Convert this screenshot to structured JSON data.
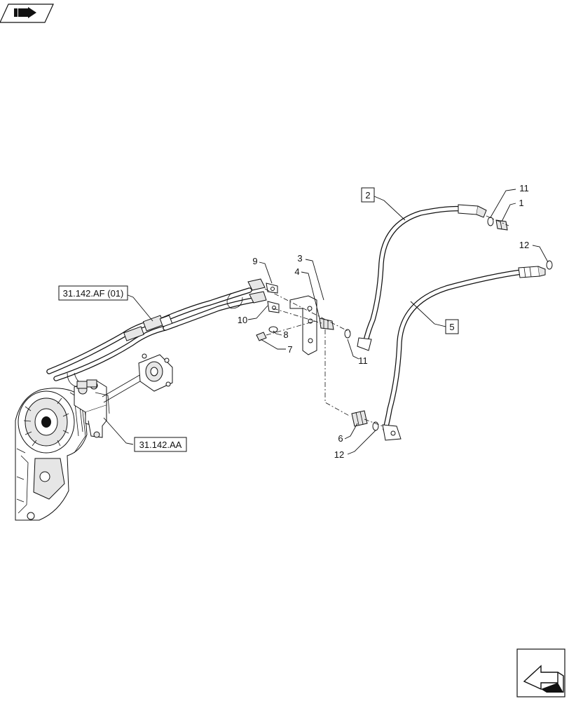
{
  "icons": {
    "top_left": "book-pointer-icon",
    "bottom_right": "previous-page-arrow-icon"
  },
  "references": {
    "ref_af": "31.142.AF (01)",
    "ref_aa": "31.142.AA"
  },
  "callouts": {
    "c1": "1",
    "c2": "2",
    "c3": "3",
    "c4": "4",
    "c5": "5",
    "c6": "6",
    "c7": "7",
    "c8": "8",
    "c9": "9",
    "c10": "10",
    "c11_top": "11",
    "c11_mid": "11",
    "c12_top": "12",
    "c12_bottom": "12"
  }
}
